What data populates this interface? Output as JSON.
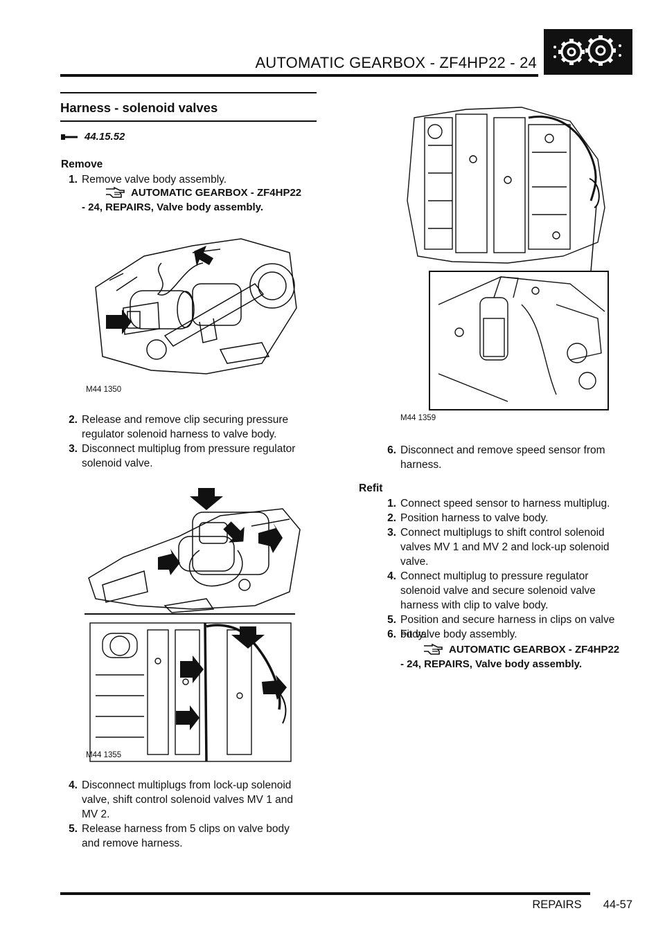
{
  "header": {
    "title": "AUTOMATIC GEARBOX - ZF4HP22 - 24",
    "badge_icon": "gears-icon"
  },
  "section": {
    "title": "Harness - solenoid valves",
    "ref_icon": "wrench-icon",
    "ref_code": "44.15.52"
  },
  "remove": {
    "heading": "Remove",
    "step1": {
      "num": "1.",
      "text": "Remove valve body assembly."
    },
    "xref1": {
      "icon": "pointing-hand-icon",
      "line1": "AUTOMATIC GEARBOX - ZF4HP22",
      "line2": "- 24, REPAIRS, Valve body assembly."
    },
    "fig1_label": "M44 1350",
    "step2": {
      "num": "2.",
      "line1": "Release and remove clip securing pressure",
      "line2": "regulator solenoid harness to valve body."
    },
    "step3": {
      "num": "3.",
      "line1": "Disconnect multiplug from pressure regulator",
      "line2": "solenoid valve."
    },
    "fig2_label": "M44 1355",
    "step4": {
      "num": "4.",
      "line1": "Disconnect multiplugs from lock-up solenoid",
      "line2": "valve, shift control solenoid valves MV 1 and",
      "line3": "MV 2."
    },
    "step5": {
      "num": "5.",
      "line1": "Release harness from 5 clips on valve body",
      "line2": "and remove harness."
    },
    "fig3_label": "M44 1359",
    "step6": {
      "num": "6.",
      "line1": "Disconnect and remove speed sensor from",
      "line2": "harness."
    }
  },
  "refit": {
    "heading": "Refit",
    "step1": {
      "num": "1.",
      "text": "Connect speed sensor to harness multiplug."
    },
    "step2": {
      "num": "2.",
      "text": "Position harness to valve body."
    },
    "step3": {
      "num": "3.",
      "line1": "Connect multiplugs to shift control solenoid",
      "line2": "valves MV 1 and MV 2 and lock-up solenoid",
      "line3": "valve."
    },
    "step4": {
      "num": "4.",
      "line1": "Connect multiplug to pressure regulator",
      "line2": "solenoid valve and secure solenoid valve",
      "line3": "harness with clip to valve body."
    },
    "step5": {
      "num": "5.",
      "line1": "Position and secure harness in clips on valve",
      "line2": "body."
    },
    "step6": {
      "num": "6.",
      "text": "Fit valve body assembly."
    },
    "xref": {
      "icon": "pointing-hand-icon",
      "line1": "AUTOMATIC GEARBOX - ZF4HP22",
      "line2": "- 24, REPAIRS, Valve body assembly."
    }
  },
  "footer": {
    "section": "REPAIRS",
    "page": "44-57"
  }
}
